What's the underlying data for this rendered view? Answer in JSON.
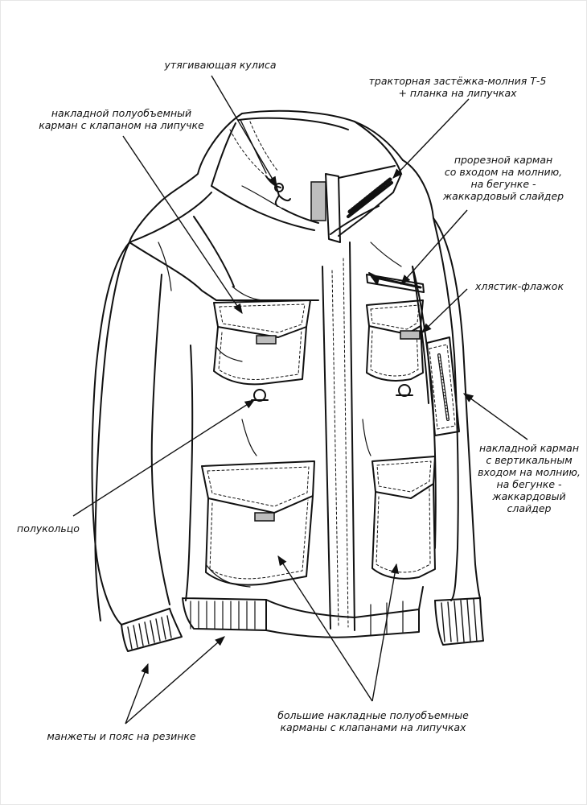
{
  "labels": {
    "drawstring": "утягивающая кулиса",
    "tractor_zipper": "тракторная застёжка-молния Т-5\n+ планка на липучках",
    "chest_pocket": "накладной полуобъемный\nкарман с клапаном на липучке",
    "welt_pocket": "прорезной карман\nсо входом на молнию,\nна бегунке -\nжаккардовый слайдер",
    "flag_tab": "хлястик-флажок",
    "sleeve_pocket": "накладной карман\nс вертикальным\nвходом на молнию,\nна бегунке -\nжаккардовый\nслайдер",
    "half_ring": "полукольцо",
    "cuffs_waist": "манжеты и пояс на резинке",
    "big_pockets": "большие накладные полуобъемные\nкарманы с клапанами на липучках"
  },
  "colors": {
    "line": "#111111",
    "label_patch": "#bdbdbd",
    "background": "#ffffff"
  }
}
